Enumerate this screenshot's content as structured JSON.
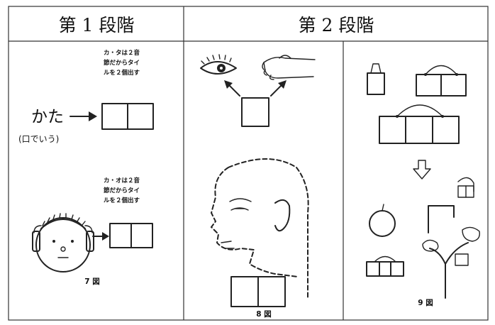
{
  "headers": {
    "stage1": "第 1 段階",
    "stage2": "第 2 段階"
  },
  "panel1": {
    "note_top": [
      "カ・タは２音",
      "節だからタイ",
      "ルを２個出す"
    ],
    "word": "かた",
    "speech_label": "(口でいう)",
    "note_bottom": [
      "カ・オは２音",
      "節だからタイ",
      "ルを２個出す"
    ],
    "figure_label": "7 図"
  },
  "panel2": {
    "figure_label": "8 図"
  },
  "panel3": {
    "figure_label": "9 図"
  }
}
